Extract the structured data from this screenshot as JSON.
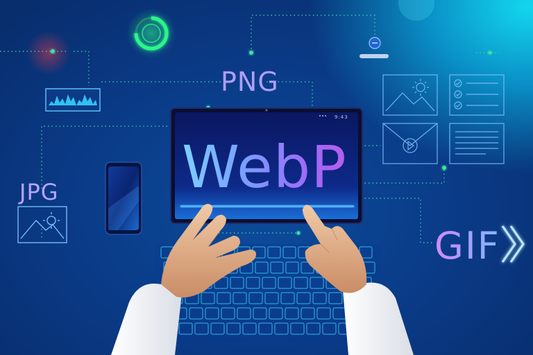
{
  "labels": {
    "png": "PNG",
    "jpg": "JPG",
    "gif": "GIF",
    "webp": "WebP",
    "clock": "9:43"
  },
  "icons": [
    "circular-progress-icon",
    "toggle-switch-icon",
    "waveform-chart-icon",
    "image-icon",
    "checklist-icon",
    "video-icon",
    "text-document-icon",
    "double-chevron-right-icon"
  ],
  "colors": {
    "background": "#0a3a86",
    "accent_cyan": "#16d4f0",
    "accent_purple": "#b45df0",
    "dotted_line": "#3fe0a0",
    "glow_green": "#2cf58a"
  }
}
